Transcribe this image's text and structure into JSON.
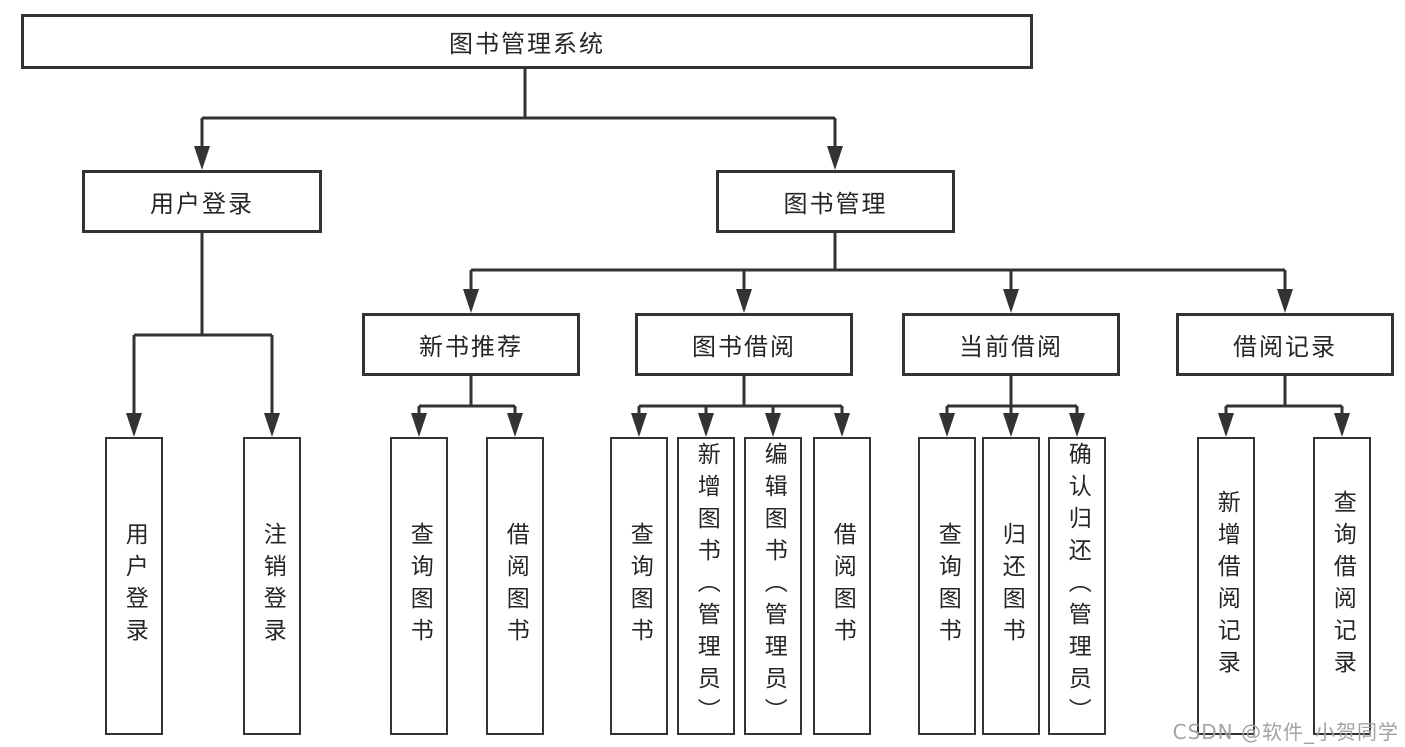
{
  "diagram": {
    "root": {
      "label": "图书管理系统"
    },
    "branches": [
      {
        "label": "用户登录",
        "children": [
          {
            "label": "用户登录"
          },
          {
            "label": "注销登录"
          }
        ]
      },
      {
        "label": "图书管理",
        "children": [
          {
            "label": "新书推荐",
            "children": [
              {
                "label": "查询图书"
              },
              {
                "label": "借阅图书"
              }
            ]
          },
          {
            "label": "图书借阅",
            "children": [
              {
                "label": "查询图书"
              },
              {
                "label": "新增图书（管理员）"
              },
              {
                "label": "编辑图书（管理员）"
              },
              {
                "label": "借阅图书"
              }
            ]
          },
          {
            "label": "当前借阅",
            "children": [
              {
                "label": "查询图书"
              },
              {
                "label": "归还图书"
              },
              {
                "label": "确认归还（管理员）"
              }
            ]
          },
          {
            "label": "借阅记录",
            "children": [
              {
                "label": "新增借阅记录"
              },
              {
                "label": "查询借阅记录"
              }
            ]
          }
        ]
      }
    ],
    "watermark": "CSDN @软件_小贺同学",
    "colors": {
      "line": "#333333",
      "border": "#333333",
      "text": "#262626",
      "watermark": "#a3a3a3",
      "background": "#ffffff"
    }
  }
}
